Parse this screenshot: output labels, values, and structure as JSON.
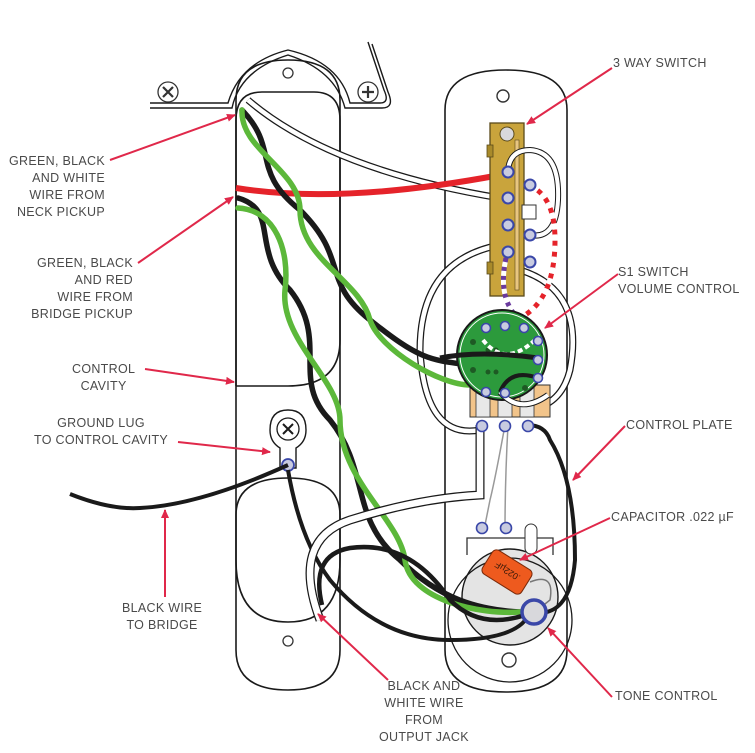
{
  "title": "Telecaster wiring diagram",
  "colors": {
    "wire_red": "#e5232a",
    "wire_green": "#5cb83a",
    "wire_black": "#1a1a1a",
    "wire_white": "#ffffff",
    "wire_purple": "#6a3a9e",
    "switch_brass": "#c9a43c",
    "pot_board_green": "#2c9a3c",
    "pot_tab_orange": "#f2c48a",
    "solder_lug_blue": "#3a47a8",
    "capacitor_orange": "#ee5a1e",
    "callout_arrow": "#e0284a",
    "label_text": "#4a4a4a"
  },
  "labels": {
    "neck_pickup": [
      "GREEN, BLACK",
      "AND WHITE",
      "WIRE FROM",
      "NECK PICKUP"
    ],
    "bridge_pickup": [
      "GREEN, BLACK",
      "AND RED",
      "WIRE FROM",
      "BRIDGE PICKUP"
    ],
    "control_cavity": [
      "CONTROL",
      "CAVITY"
    ],
    "ground_lug": [
      "GROUND LUG",
      "TO CONTROL CAVITY"
    ],
    "black_wire_bridge": [
      "BLACK WIRE",
      "TO BRIDGE"
    ],
    "output_jack": [
      "BLACK AND",
      "WHITE WIRE",
      "FROM",
      "OUTPUT JACK"
    ],
    "three_way_switch": [
      "3 WAY SWITCH"
    ],
    "volume_control": [
      "S1 SWITCH",
      "VOLUME CONTROL"
    ],
    "control_plate": [
      "CONTROL PLATE"
    ],
    "capacitor": [
      "CAPACITOR .022 µF"
    ],
    "tone_control": [
      "TONE CONTROL"
    ]
  },
  "capacitor_marking": ".022µF"
}
